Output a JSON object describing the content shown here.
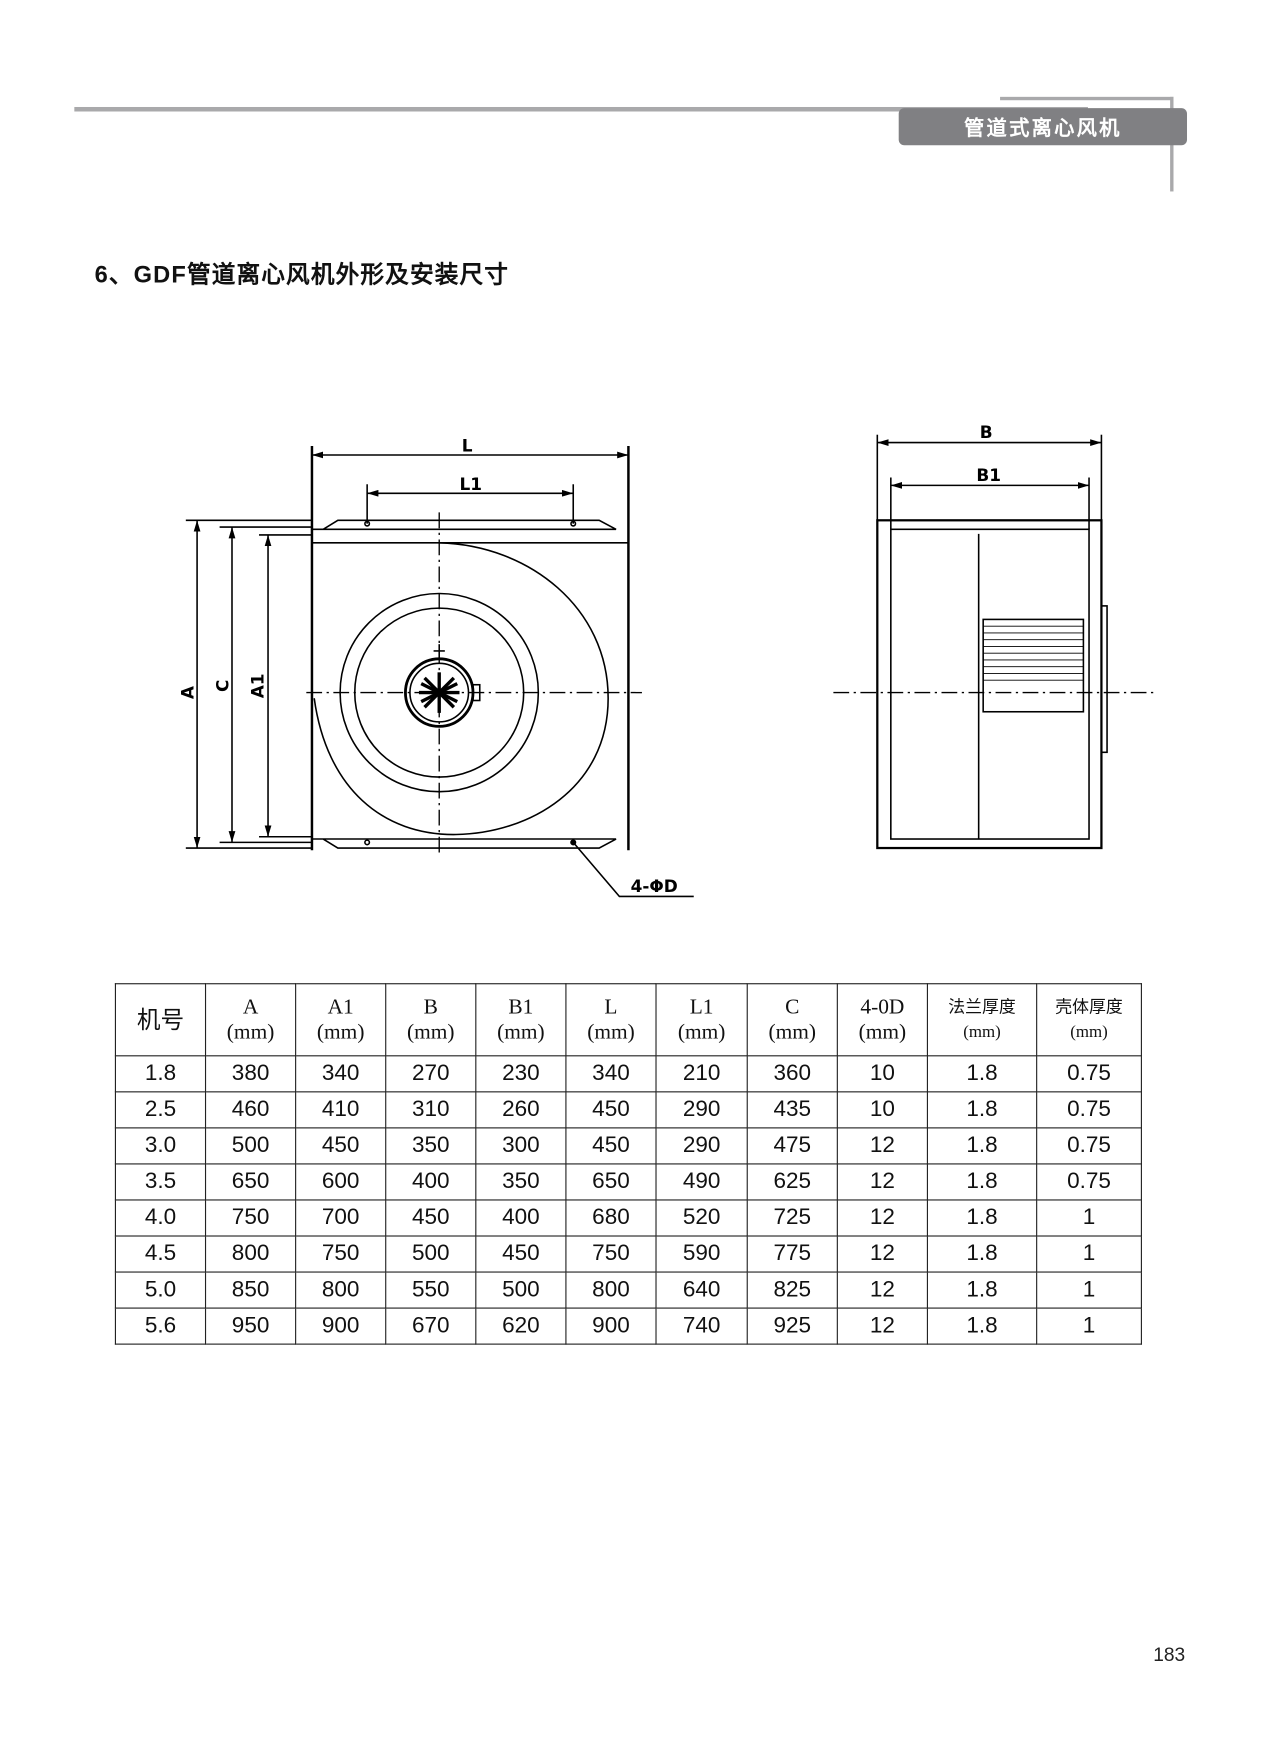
{
  "header": {
    "section_badge": "管道式离心风机"
  },
  "title": "6、GDF管道离心风机外形及安装尺寸",
  "drawing": {
    "labels": {
      "L": "L",
      "L1": "L1",
      "A": "A",
      "C": "C",
      "A1": "A1",
      "B": "B",
      "B1": "B1",
      "holes": "4-ΦD"
    }
  },
  "table": {
    "headers": [
      {
        "name": "机号",
        "unit": ""
      },
      {
        "name": "A",
        "unit": "(mm)"
      },
      {
        "name": "A1",
        "unit": "(mm)"
      },
      {
        "name": "B",
        "unit": "(mm)"
      },
      {
        "name": "B1",
        "unit": "(mm)"
      },
      {
        "name": "L",
        "unit": "(mm)"
      },
      {
        "name": "L1",
        "unit": "(mm)"
      },
      {
        "name": "C",
        "unit": "(mm)"
      },
      {
        "name": "4-0D",
        "unit": "(mm)"
      },
      {
        "name": "法兰厚度",
        "unit": "(mm)"
      },
      {
        "name": "壳体厚度",
        "unit": "(mm)"
      }
    ],
    "rows": [
      [
        "1.8",
        "380",
        "340",
        "270",
        "230",
        "340",
        "210",
        "360",
        "10",
        "1.8",
        "0.75"
      ],
      [
        "2.5",
        "460",
        "410",
        "310",
        "260",
        "450",
        "290",
        "435",
        "10",
        "1.8",
        "0.75"
      ],
      [
        "3.0",
        "500",
        "450",
        "350",
        "300",
        "450",
        "290",
        "475",
        "12",
        "1.8",
        "0.75"
      ],
      [
        "3.5",
        "650",
        "600",
        "400",
        "350",
        "650",
        "490",
        "625",
        "12",
        "1.8",
        "0.75"
      ],
      [
        "4.0",
        "750",
        "700",
        "450",
        "400",
        "680",
        "520",
        "725",
        "12",
        "1.8",
        "1"
      ],
      [
        "4.5",
        "800",
        "750",
        "500",
        "450",
        "750",
        "590",
        "775",
        "12",
        "1.8",
        "1"
      ],
      [
        "5.0",
        "850",
        "800",
        "550",
        "500",
        "800",
        "640",
        "825",
        "12",
        "1.8",
        "1"
      ],
      [
        "5.6",
        "950",
        "900",
        "670",
        "620",
        "900",
        "740",
        "925",
        "12",
        "1.8",
        "1"
      ]
    ]
  },
  "page_number": "183"
}
